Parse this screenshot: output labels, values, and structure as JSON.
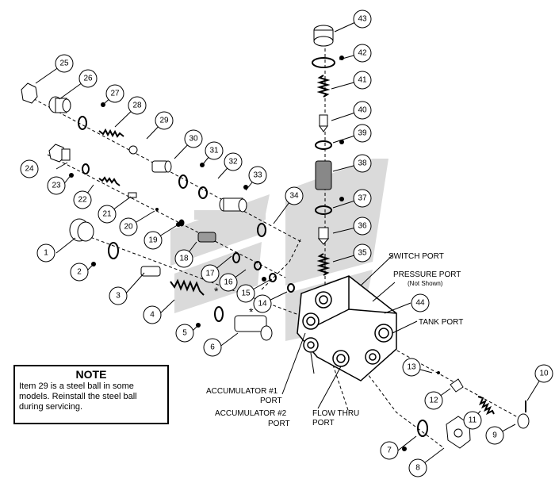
{
  "callouts": {
    "c1": "1",
    "c2": "2",
    "c3": "3",
    "c4": "4",
    "c5": "5",
    "c6": "6",
    "c7": "7",
    "c8": "8",
    "c9": "9",
    "c10": "10",
    "c11": "11",
    "c12": "12",
    "c13": "13",
    "c14": "14",
    "c15": "15",
    "c16": "16",
    "c17": "17",
    "c18": "18",
    "c19": "19",
    "c20": "20",
    "c21": "21",
    "c22": "22",
    "c23": "23",
    "c24": "24",
    "c25": "25",
    "c26": "26",
    "c27": "27",
    "c28": "28",
    "c29": "29",
    "c30": "30",
    "c31": "31",
    "c32": "32",
    "c33": "33",
    "c34": "34",
    "c35": "35",
    "c36": "36",
    "c37": "37",
    "c38": "38",
    "c39": "39",
    "c40": "40",
    "c41": "41",
    "c42": "42",
    "c43": "43",
    "c44": "44"
  },
  "ports": {
    "switch": "SWITCH PORT",
    "pressure": "PRESSURE PORT",
    "pressure_note": "(Not Shown)",
    "tank": "TANK PORT",
    "acc1_line1": "ACCUMULATOR #1",
    "acc1_line2": "PORT",
    "acc2_line1": "ACCUMULATOR #2",
    "acc2_line2": "PORT",
    "flow_line1": "FLOW THRU",
    "flow_line2": "PORT"
  },
  "asterisk": "*",
  "note": {
    "title": "NOTE",
    "line1": "Item 29 is a steel ball in some",
    "line2": "models. Reinstall the steel ball",
    "line3": "during servicing."
  },
  "colors": {
    "watermark": "#d9d9d9",
    "line": "#000000",
    "part_fill": "#ffffff",
    "shade": "#bfbfbf"
  }
}
